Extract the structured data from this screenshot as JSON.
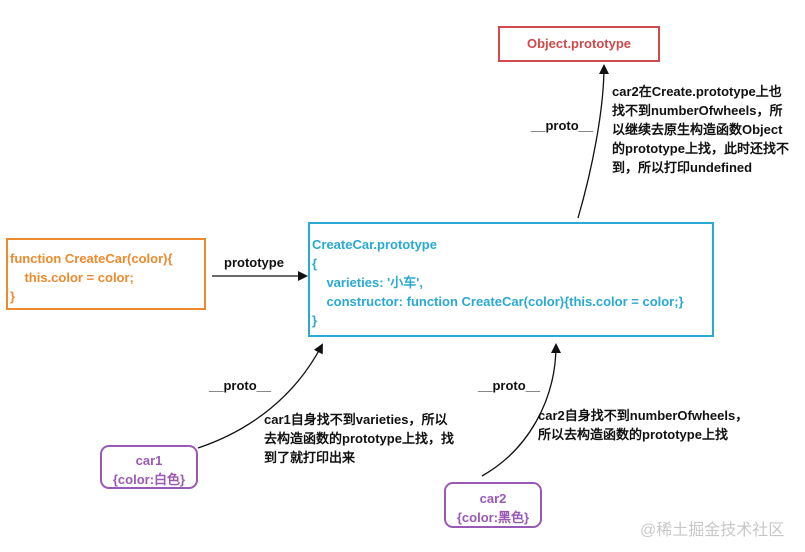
{
  "object_prototype": {
    "label": "Object.prototype"
  },
  "constructor_fn": {
    "lines": [
      "function CreateCar(color){",
      "    this.color = color;",
      "}"
    ]
  },
  "create_car_prototype": {
    "lines": [
      "CreateCar.prototype",
      "{",
      "    varieties: '小车',",
      "    constructor: function CreateCar(color){this.color = color;}",
      "}"
    ]
  },
  "car1": {
    "name": "car1",
    "props": "{color:白色}"
  },
  "car2": {
    "name": "car2",
    "props": "{color:黑色}"
  },
  "labels": {
    "prototype": "prototype",
    "proto_top": "__proto__",
    "proto_car1": "__proto__",
    "proto_car2": "__proto__"
  },
  "notes": {
    "top": [
      "car2在Create.prototype上也",
      "找不到numberOfwheels，所",
      "以继续去原生构造函数Object",
      "的prototype上找，此时还找不",
      "到，所以打印undefined"
    ],
    "car1": [
      "car1自身找不到varieties，所以",
      "去构造函数的prototype上找，找",
      "到了就打印出来"
    ],
    "car2": [
      "car2自身找不到numberOfwheels，",
      "所以去构造函数的prototype上找"
    ]
  },
  "watermark": "@稀土掘金技术社区"
}
